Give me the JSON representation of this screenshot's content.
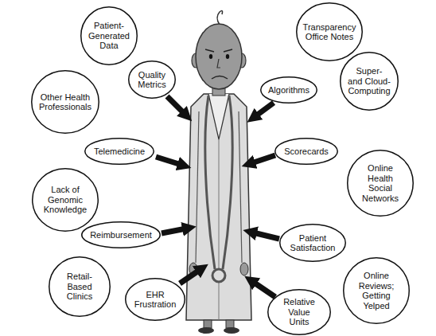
{
  "diagram": {
    "nodes": [
      {
        "text": [
          "Patient- Generated Data"
        ]
      },
      {
        "text": [
          "Transparency Office Notes"
        ]
      },
      {
        "text": [
          "Quality Metrics"
        ]
      },
      {
        "text": [
          "Algorithms"
        ]
      },
      {
        "text": [
          "Super- and Cloud- Computing"
        ]
      },
      {
        "text": [
          "Other Health Professionals"
        ]
      },
      {
        "text": [
          "Telemedicine"
        ]
      },
      {
        "text": [
          "Scorecards"
        ]
      },
      {
        "text": [
          "Lack of Genomic Knowledge"
        ]
      },
      {
        "text": [
          "Online Health Social Networks"
        ]
      },
      {
        "text": [
          "Reimbursement"
        ]
      },
      {
        "text": [
          "Patient Satisfaction"
        ]
      },
      {
        "text": [
          "Retail- Based Clinics"
        ]
      },
      {
        "text": [
          "EHR Frustration"
        ]
      },
      {
        "text": [
          "Relative Value Units"
        ]
      },
      {
        "text": [
          "Online Reviews; Getting Yelped"
        ]
      }
    ]
  }
}
